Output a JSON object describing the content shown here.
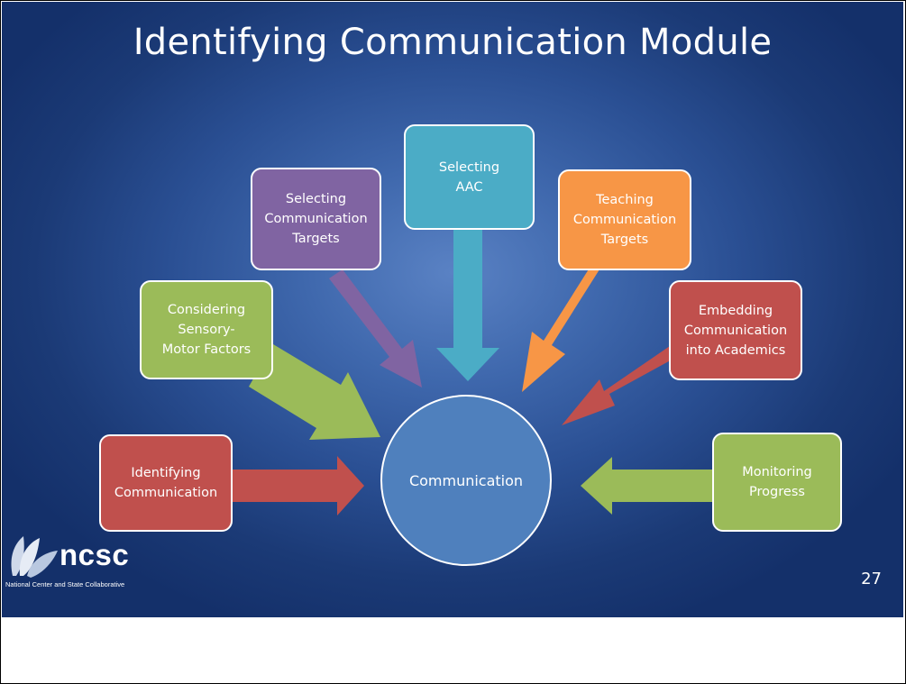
{
  "slide": {
    "title": "Identifying Communication Module",
    "page_number": "27"
  },
  "diagram": {
    "center": {
      "label": "Communication",
      "color": "#4f80bd"
    },
    "nodes": [
      {
        "id": "identifying",
        "label": "Identifying\nCommunication",
        "color": "#c0504d"
      },
      {
        "id": "considering",
        "label": "Considering\nSensory-\nMotor Factors",
        "color": "#9bbb59"
      },
      {
        "id": "selecting-targets",
        "label": "Selecting\nCommunication\nTargets",
        "color": "#8064a2"
      },
      {
        "id": "selecting-aac",
        "label": "Selecting\nAAC",
        "color": "#4bacc6"
      },
      {
        "id": "teaching",
        "label": "Teaching\nCommunication\nTargets",
        "color": "#f79646"
      },
      {
        "id": "embedding",
        "label": "Embedding\nCommunication\ninto Academics",
        "color": "#c0504d"
      },
      {
        "id": "monitoring",
        "label": "Monitoring\nProgress",
        "color": "#9bbb59"
      }
    ]
  },
  "logo": {
    "wordmark": "ncsc",
    "tagline": "National Center and State Collaborative"
  }
}
